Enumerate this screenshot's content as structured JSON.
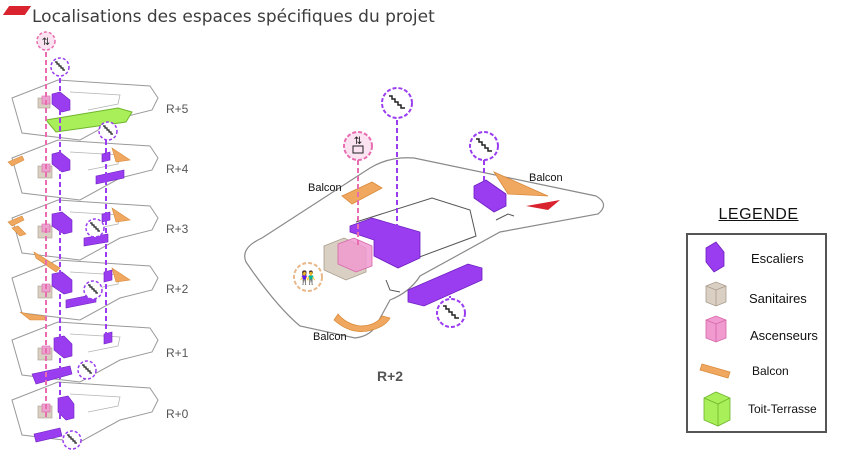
{
  "title": "Localisations des espaces spécifiques du projet",
  "colors": {
    "stairs": "#9a3df0",
    "sanitary": "#d9cfc3",
    "elevator": "#f09ad0",
    "balcony": "#f0a860",
    "roof_terrace": "#a8ef5a",
    "accent_red": "#d9232e",
    "dashed_purple": "#9a3df0",
    "dashed_pink": "#e86db0"
  },
  "levels": [
    {
      "label": "R+5"
    },
    {
      "label": "R+4"
    },
    {
      "label": "R+3"
    },
    {
      "label": "R+2"
    },
    {
      "label": "R+1"
    },
    {
      "label": "R+0"
    }
  ],
  "main_plan": {
    "caption": "R+2",
    "balcony_labels": [
      "Balcon",
      "Balcon",
      "Balcon"
    ],
    "icons": [
      "elevator-icon",
      "stairs-icon",
      "stairs-icon",
      "stairs-icon",
      "toilet-icon"
    ]
  },
  "legend": {
    "title": "LEGENDE",
    "items": [
      {
        "label": "Escaliers",
        "icon": "stairs-block-icon"
      },
      {
        "label": "Sanitaires",
        "icon": "sanitary-block-icon"
      },
      {
        "label": "Ascenseurs",
        "icon": "elevator-block-icon"
      },
      {
        "label": "Balcon",
        "icon": "balcony-strip-icon"
      },
      {
        "label": "Toit-Terrasse",
        "icon": "roof-terrace-block-icon"
      }
    ]
  }
}
